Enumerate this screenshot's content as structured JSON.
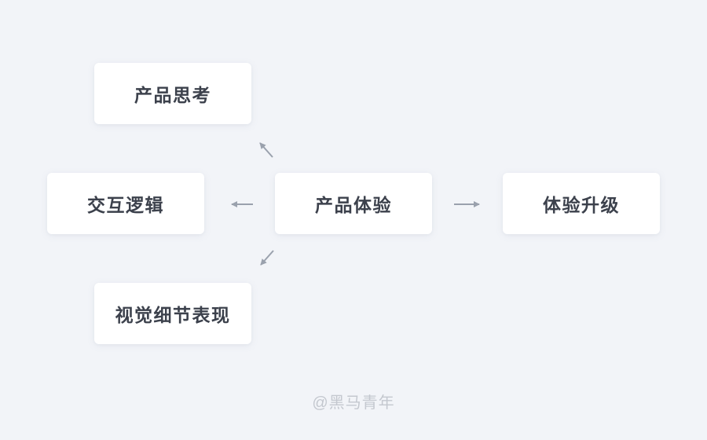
{
  "diagram": {
    "title": "product-experience-flow",
    "nodes": {
      "top": {
        "label": "产品思考"
      },
      "left": {
        "label": "交互逻辑"
      },
      "center": {
        "label": "产品体验"
      },
      "right": {
        "label": "体验升级"
      },
      "bottom": {
        "label": "视觉细节表现"
      }
    },
    "arrows": [
      {
        "name": "center-to-top",
        "direction": "up-left"
      },
      {
        "name": "center-to-left",
        "direction": "left"
      },
      {
        "name": "center-to-right",
        "direction": "right"
      },
      {
        "name": "center-to-bottom",
        "direction": "down-left"
      }
    ]
  },
  "watermark": {
    "label": "@黑马青年"
  },
  "colors": {
    "background": "#f2f4f8",
    "node_background": "#ffffff",
    "node_text": "#3c414c",
    "arrow": "#9aa1ad",
    "watermark": "#c4c8cf"
  }
}
